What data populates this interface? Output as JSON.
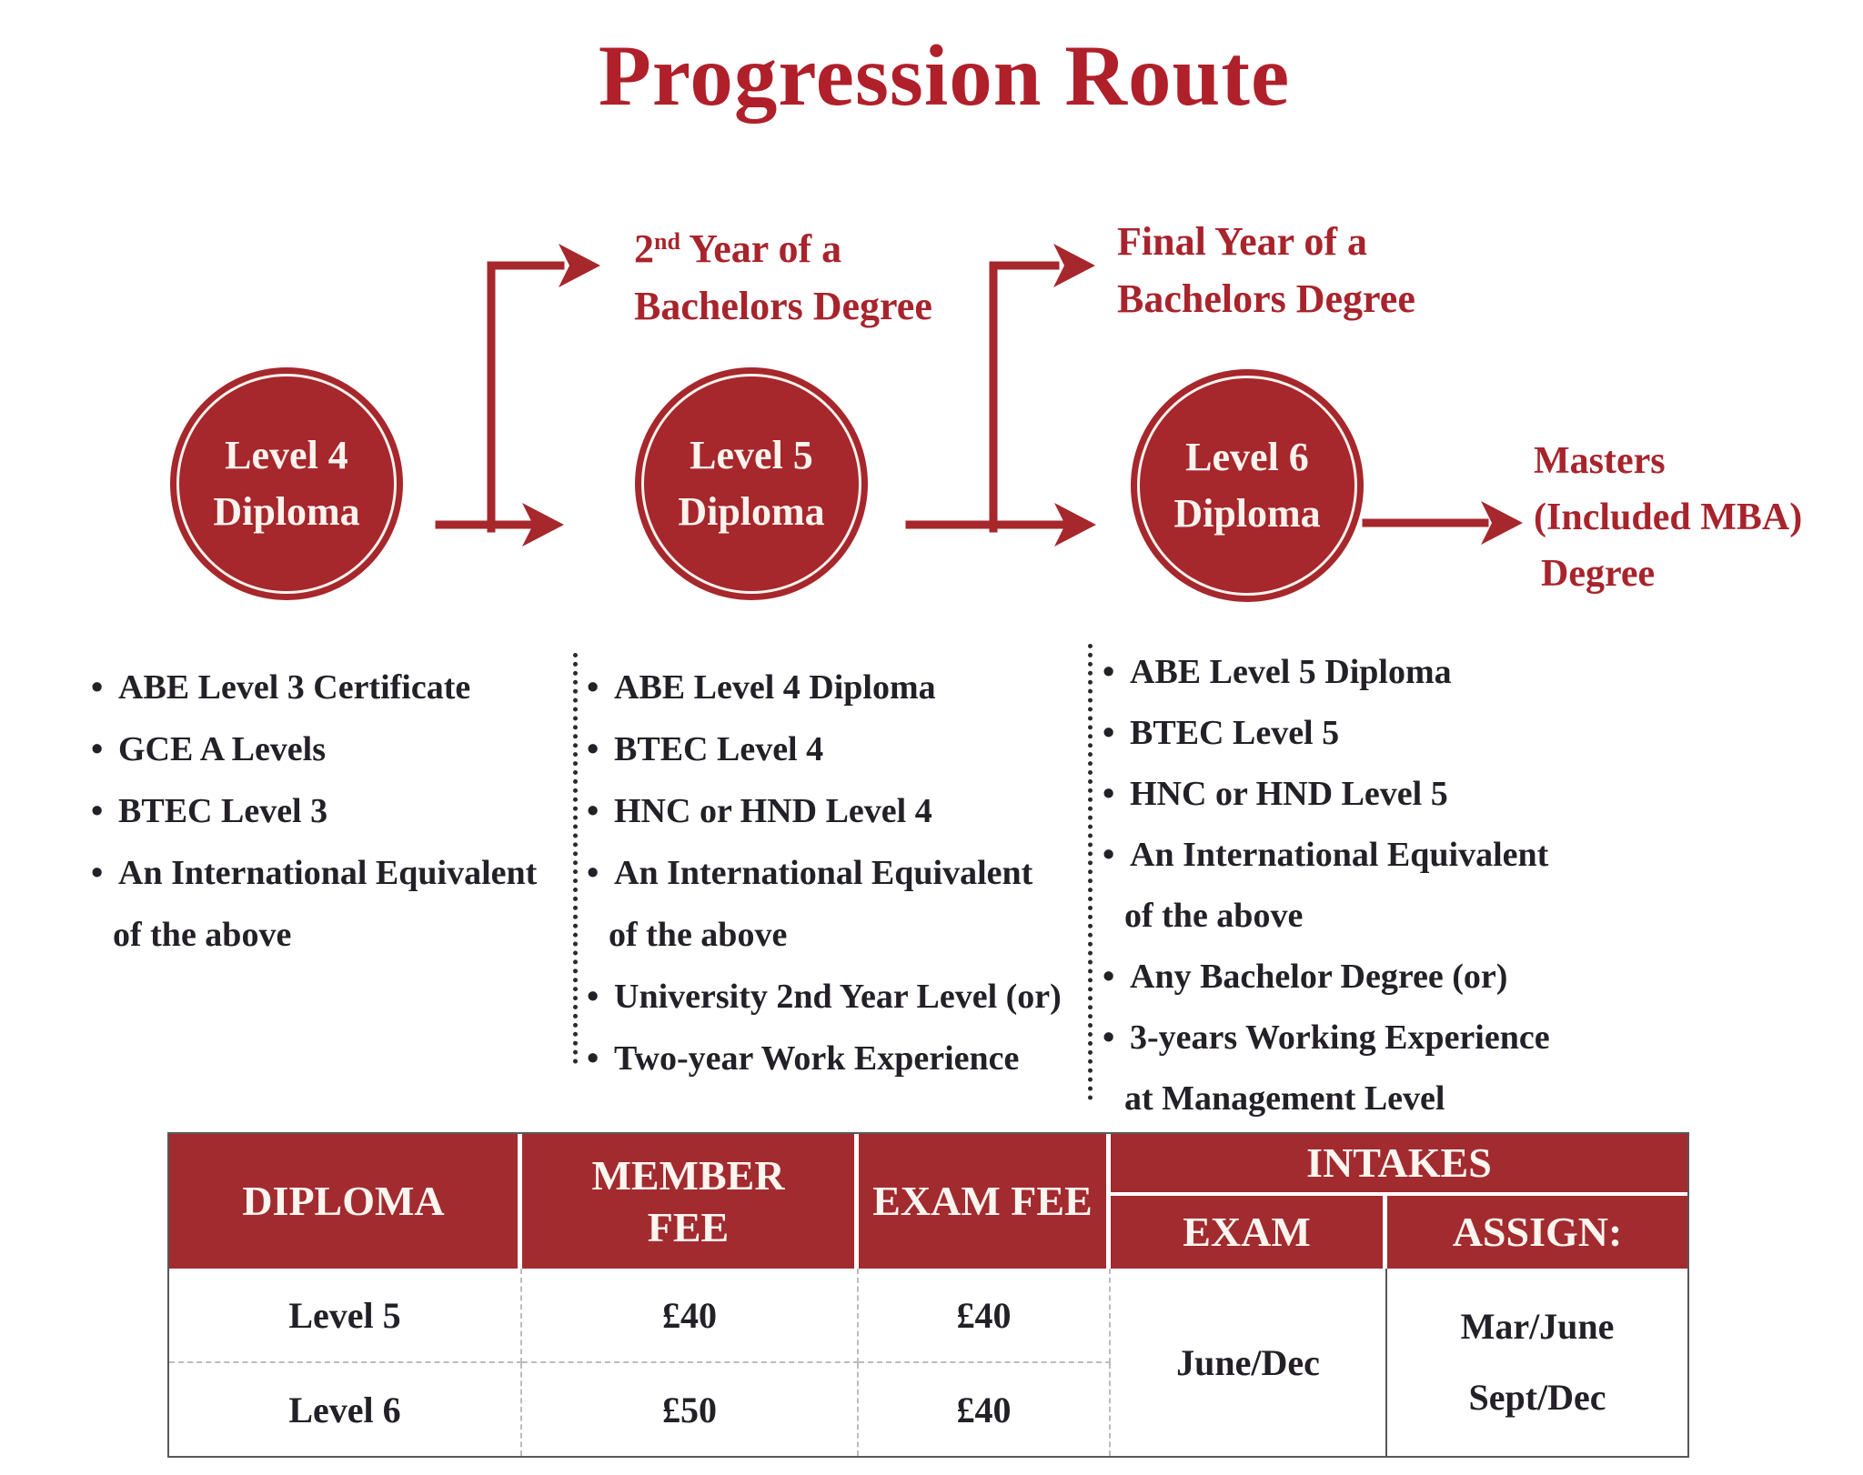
{
  "title": "Progression Route",
  "palette": {
    "red": "#a6272c",
    "title_red": "#b0202a",
    "header_red": "#a22b30",
    "ink": "#232127"
  },
  "circles": [
    {
      "line1": "Level 4",
      "line2": "Diploma"
    },
    {
      "line1": "Level 5",
      "line2": "Diploma"
    },
    {
      "line1": "Level 6",
      "line2": "Diploma"
    }
  ],
  "branch_labels": {
    "second_year": {
      "base": "2",
      "sup": "nd",
      "rest": " Year of a",
      "line2": "Bachelors Degree"
    },
    "final_year": {
      "line1": "Final Year of a",
      "line2": "Bachelors Degree"
    },
    "masters": {
      "line1": "Masters",
      "line2": "(Included MBA)",
      "line3": "Degree"
    }
  },
  "entry_requirements": {
    "level4": {
      "lines": [
        {
          "text": "ABE Level 3 Certificate"
        },
        {
          "text": "GCE A Levels"
        },
        {
          "text": "BTEC Level 3"
        },
        {
          "text": "An International Equivalent"
        },
        {
          "text": "of the above"
        }
      ]
    },
    "level5": {
      "lines": [
        {
          "text": "ABE Level 4 Diploma"
        },
        {
          "text": "BTEC Level 4"
        },
        {
          "text": "HNC or HND Level 4"
        },
        {
          "text": "An International Equivalent"
        },
        {
          "text": "of the above"
        },
        {
          "text": "University 2nd Year Level (or)"
        },
        {
          "text": "Two-year Work Experience"
        }
      ]
    },
    "level6": {
      "lines": [
        {
          "text": "ABE Level 5 Diploma"
        },
        {
          "text": "BTEC Level 5"
        },
        {
          "text": "HNC or HND Level 5"
        },
        {
          "text": "An International Equivalent"
        },
        {
          "text": "of the above"
        },
        {
          "text": "Any Bachelor Degree (or)"
        },
        {
          "text": "3-years Working Experience"
        },
        {
          "text": "at Management Level"
        }
      ]
    }
  },
  "table": {
    "headers": {
      "diploma": "DIPLOMA",
      "member_fee": "MEMBER FEE",
      "exam_fee": "EXAM FEE",
      "intakes": "INTAKES",
      "exam": "EXAM",
      "assign": "ASSIGN:"
    },
    "rows": [
      {
        "diploma": "Level 5",
        "member_fee": "£40",
        "exam_fee": "£40"
      },
      {
        "diploma": "Level 6",
        "member_fee": "£50",
        "exam_fee": "£40"
      }
    ],
    "intakes": {
      "exam": "June/Dec",
      "assign_line1": "Mar/June",
      "assign_line2": "Sept/Dec"
    }
  }
}
